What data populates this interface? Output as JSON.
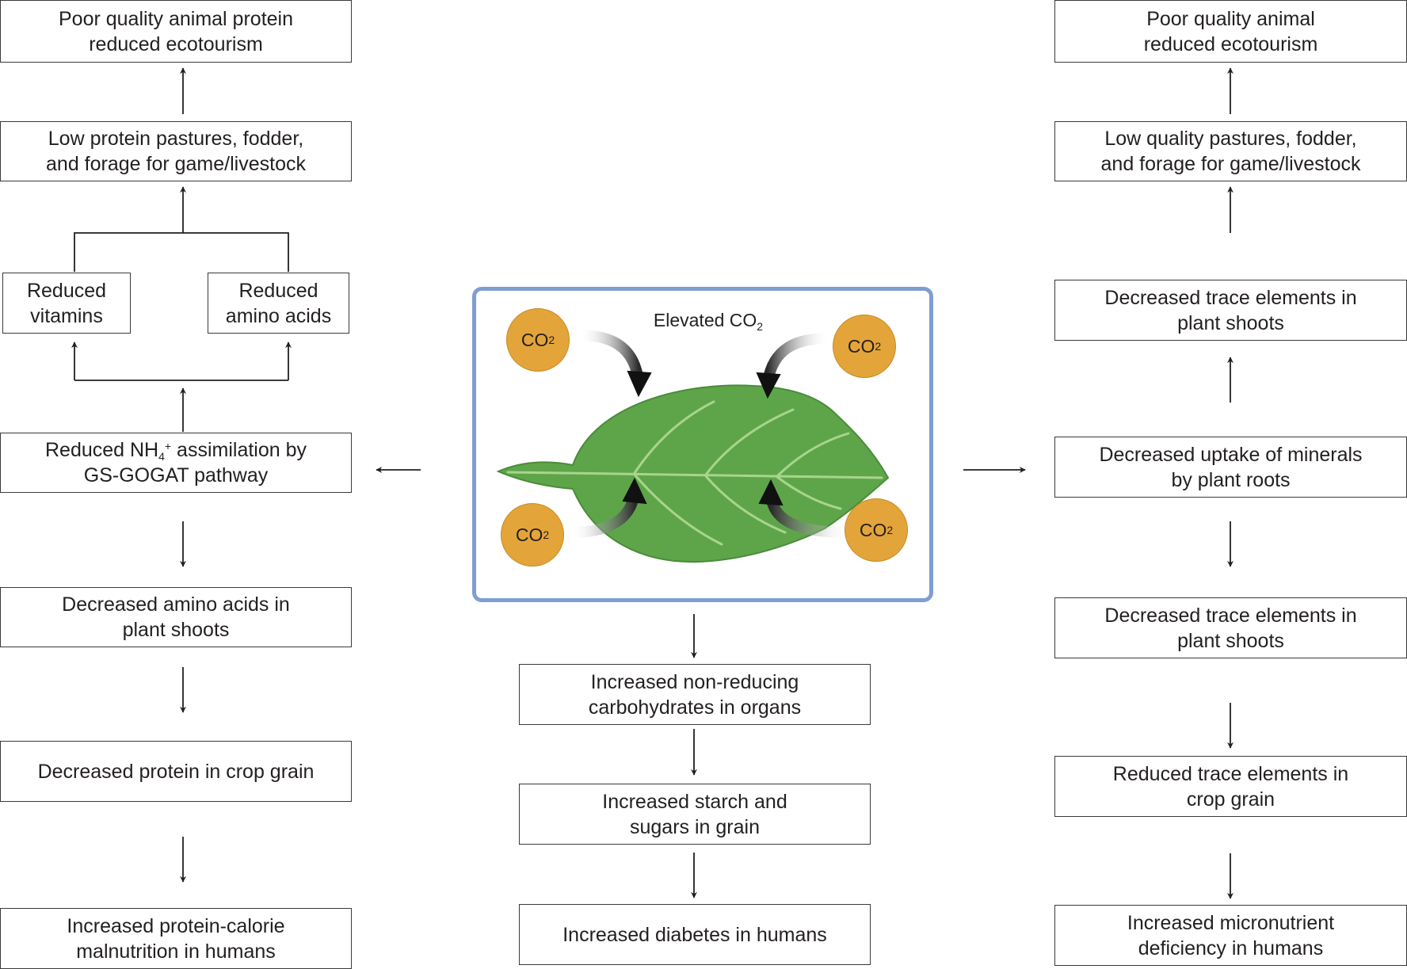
{
  "left_column": {
    "animal_protein": [
      "Poor quality animal protein",
      "reduced ecotourism"
    ],
    "pastures": [
      "Low protein pastures, fodder,",
      "and forage for game/livestock"
    ],
    "vitamins": [
      "Reduced",
      "vitamins"
    ],
    "amino": [
      "Reduced",
      "amino acids"
    ],
    "nh4": {
      "prefix": "Reduced NH",
      "sub": "4",
      "sup": "+",
      "suffix": " assimilation by",
      "line2": "GS-GOGAT pathway"
    },
    "amino_shoots": [
      "Decreased amino acids in",
      "plant shoots"
    ],
    "protein_grain": [
      "Decreased protein in crop grain"
    ],
    "malnutrition": [
      "Increased protein-calorie",
      "malnutrition in humans"
    ]
  },
  "center": {
    "panel": {
      "title_main": "Elevated CO",
      "title_sub": "2",
      "co2_main": "CO",
      "co2_sub": "2"
    },
    "carbs": [
      "Increased non-reducing",
      "carbohydrates in organs"
    ],
    "starch": [
      "Increased starch and",
      "sugars in grain"
    ],
    "diabetes": [
      "Increased diabetes in humans"
    ]
  },
  "right_column": {
    "animal": [
      "Poor quality animal",
      "reduced ecotourism"
    ],
    "pastures": [
      "Low quality pastures, fodder,",
      "and forage for game/livestock"
    ],
    "trace_shoots_top": [
      "Decreased trace elements in",
      "plant shoots"
    ],
    "minerals": [
      "Decreased uptake of minerals",
      "by plant roots"
    ],
    "trace_shoots_bottom": [
      "Decreased trace elements in",
      "plant shoots"
    ],
    "trace_grain": [
      "Reduced trace elements in",
      "crop grain"
    ],
    "micronutrient": [
      "Increased micronutrient",
      "deficiency in humans"
    ]
  },
  "colors": {
    "leaf_fill": "#5ea54a",
    "leaf_vein": "#a9d48c",
    "co2_fill": "#e3a43a",
    "panel_border": "#7f9ed1",
    "box_border": "#3a3a3a"
  },
  "icons": [
    "leaf-icon",
    "co2-molecule-icon",
    "curved-arrow-icon"
  ]
}
